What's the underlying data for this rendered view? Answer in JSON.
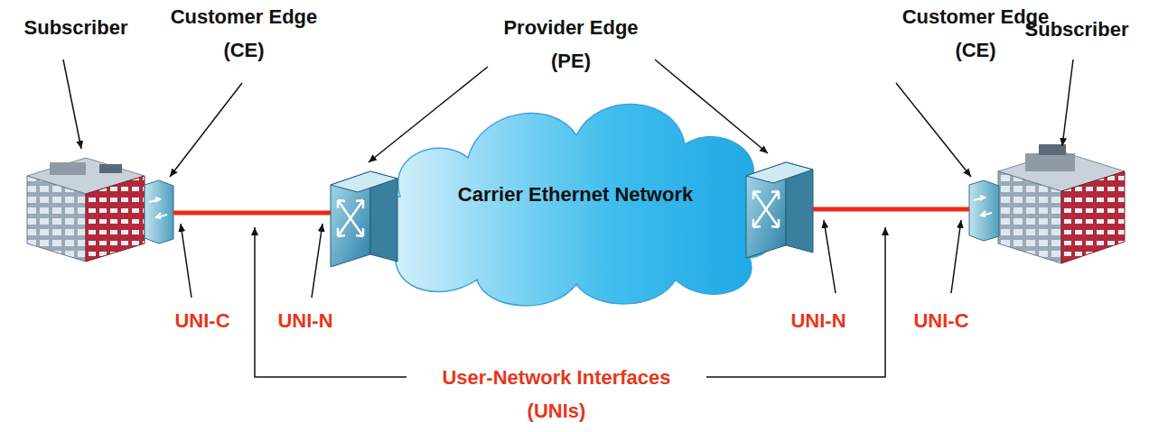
{
  "diagram": {
    "nodes": [
      {
        "text": [
          "Carrier Ethernet Network"
        ]
      }
    ],
    "labels": [
      "Subscriber",
      "Customer Edge (CE)",
      "Provider Edge (PE)",
      "Customer Edge (CE)",
      "Subscriber",
      "UNI-C",
      "UNI-N",
      "UNI-N",
      "UNI-C",
      "User-Network Interfaces (UNIs)"
    ]
  }
}
